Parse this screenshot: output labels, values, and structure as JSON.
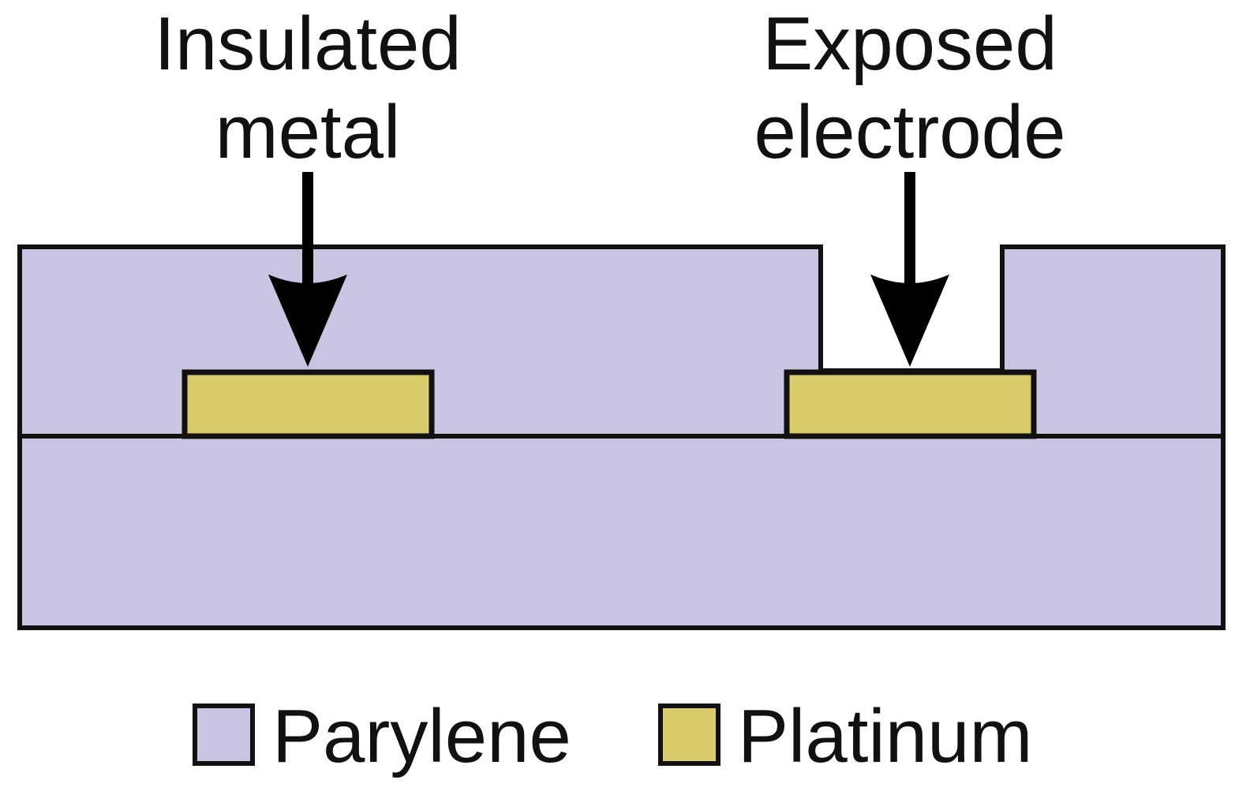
{
  "labels": {
    "insulated_line1": "Insulated",
    "insulated_line2": "metal",
    "exposed_line1": "Exposed",
    "exposed_line2": "electrode"
  },
  "legend": [
    {
      "name": "Parylene",
      "color": "#c8c5e3"
    },
    {
      "name": "Platinum",
      "color": "#d8cb6c"
    }
  ],
  "colors": {
    "parylene": "#c8c5e3",
    "platinum": "#d8cb6c",
    "outline": "#111111",
    "arrow": "#000000"
  }
}
